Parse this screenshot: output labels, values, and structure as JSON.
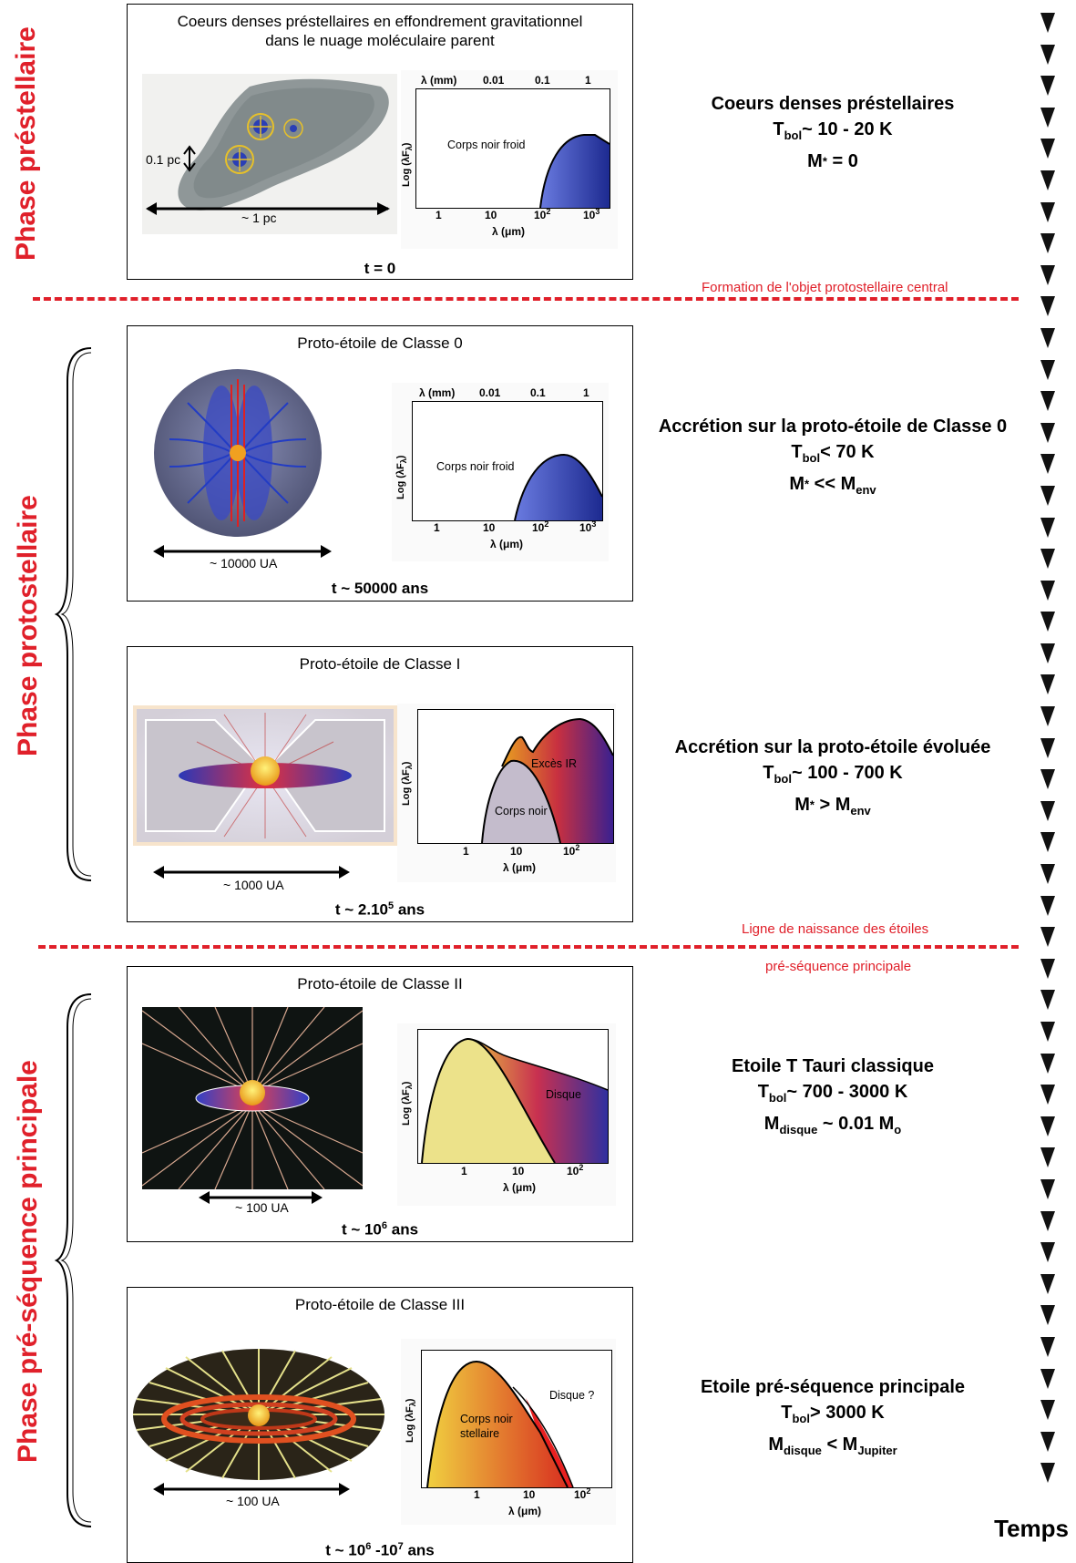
{
  "phases": {
    "prestellar": "Phase préstellaire",
    "protostellar": "Phase protostellaire",
    "premain": "Phase pré-séquence principale"
  },
  "dividers": {
    "formation": "Formation de l'objet protostellaire central",
    "birthline_1": "Ligne de naissance des étoiles",
    "birthline_2": "pré-séquence principale"
  },
  "panels": [
    {
      "title_1": "Coeurs denses préstellaires en effondrement gravitationnel",
      "title_2": "dans le nuage moléculaire parent",
      "time": "t = 0",
      "scale": "~ 1 pc",
      "scale2": "0.1 pc"
    },
    {
      "title": "Proto-étoile de Classe 0",
      "time": "t ~ 50000 ans",
      "scale": "~ 10000 UA"
    },
    {
      "title": "Proto-étoile de Classe I",
      "time_pre": "t ~ 2.10",
      "time_exp": "5",
      "time_post": " ans",
      "scale": "~ 1000 UA"
    },
    {
      "title": "Proto-étoile de Classe II",
      "time_pre": "t ~ 10",
      "time_exp": "6",
      "time_post": " ans",
      "scale": "~ 100 UA"
    },
    {
      "title": "Proto-étoile de Classe III",
      "time_pre": "t ~ 10",
      "time_exp": "6",
      "time_mid": " -10",
      "time_exp2": "7",
      "time_post": " ans",
      "scale": "~ 100 UA"
    }
  ],
  "sed": {
    "ylabel": "Log (λF",
    "ylabel_sub": "λ",
    "xlabel": "λ (μm)",
    "toplabel": "λ (mm)",
    "top_ticks": [
      "0.01",
      "0.1",
      "1"
    ],
    "ticks_3": [
      "1",
      "10",
      "10",
      "2",
      "10",
      "3"
    ],
    "cold_bb": "Corps noir froid",
    "corps_noir": "Corps noir",
    "exces_ir": "Excès IR",
    "disque": "Disque",
    "disque_q": "Disque ?",
    "stellar_bb_1": "Corps noir",
    "stellar_bb_2": "stellaire"
  },
  "descriptions": [
    {
      "title": "Coeurs denses préstellaires",
      "l2_a": "T",
      "l2_sub": "bol",
      "l2_b": "~ 10 - 20 K",
      "l3_a": "M",
      "l3_ast": "*",
      "l3_b": " = 0"
    },
    {
      "title": "Accrétion sur la proto-étoile de Classe 0",
      "l2_a": "T",
      "l2_sub": "bol",
      "l2_b": "< 70 K",
      "l3_a": "M",
      "l3_ast": "*",
      "l3_b": " << M",
      "l3_sub": "env"
    },
    {
      "title": "Accrétion sur la proto-étoile évoluée",
      "l2_a": "T",
      "l2_sub": "bol",
      "l2_b": "~ 100 - 700 K",
      "l3_a": "M",
      "l3_ast": "*",
      "l3_b": " > M",
      "l3_sub": "env"
    },
    {
      "title": "Etoile T Tauri classique",
      "l2_a": "T",
      "l2_sub": "bol",
      "l2_b": "~ 700 - 3000 K",
      "l3_a": "M",
      "l3_sub1": "disque",
      "l3_b": " ~ 0.01 M",
      "l3_sub": "o"
    },
    {
      "title": "Etoile pré-séquence principale",
      "l2_a": "T",
      "l2_sub": "bol",
      "l2_b": "> 3000 K",
      "l3_a": "M",
      "l3_sub1": "disque",
      "l3_b": " < M",
      "l3_sub": "Jupiter"
    }
  ],
  "time_axis": "Temps",
  "colors": {
    "accent": "#e0202a",
    "arrow": "#111111"
  }
}
